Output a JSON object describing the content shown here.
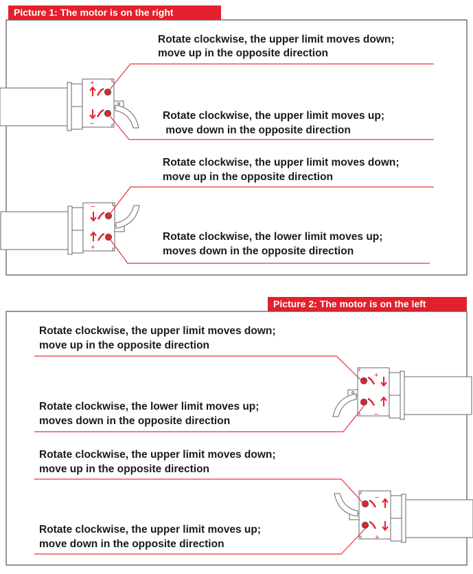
{
  "accent_color": "#e4202c",
  "picture1": {
    "title": "Picture 1: The motor is on the right",
    "labels": [
      {
        "line1": "Rotate clockwise, the upper limit moves down;",
        "line2": "move up in the opposite direction"
      },
      {
        "line1": "Rotate clockwise, the upper limit moves up;",
        "line2": " move down in the opposite direction"
      },
      {
        "line1": "Rotate clockwise, the upper limit moves down;",
        "line2": "move up in the opposite direction"
      },
      {
        "line1": "Rotate clockwise, the lower limit moves up;",
        "line2": "moves down in the opposite direction"
      }
    ]
  },
  "picture2": {
    "title": "Picture 2: The motor is on the left",
    "labels": [
      {
        "line1": "Rotate clockwise, the upper limit moves down;",
        "line2": "move up in the opposite direction"
      },
      {
        "line1": "Rotate clockwise, the lower limit moves up;",
        "line2": "moves down in the opposite direction"
      },
      {
        "line1": "Rotate clockwise, the upper limit moves down;",
        "line2": "move up in the opposite direction"
      },
      {
        "line1": "Rotate clockwise, the upper limit moves up;",
        "line2": "move down in the opposite direction"
      }
    ]
  },
  "signs": {
    "plus": "+",
    "minus": "−"
  }
}
